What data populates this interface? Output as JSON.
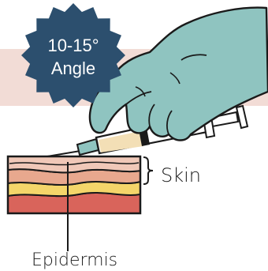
{
  "badge": {
    "line1": "10-15°",
    "line2": "Angle",
    "color": "#2c4f6e"
  },
  "labels": {
    "skin": "Skin",
    "epidermis": "Epidermis"
  },
  "colors": {
    "band": "#f2dcd6",
    "glove": "#8fc4c0",
    "skin_top": "#f0c8b8",
    "skin_mid": "#e8a88e",
    "fat": "#f4d56a",
    "muscle": "#d9645b"
  }
}
